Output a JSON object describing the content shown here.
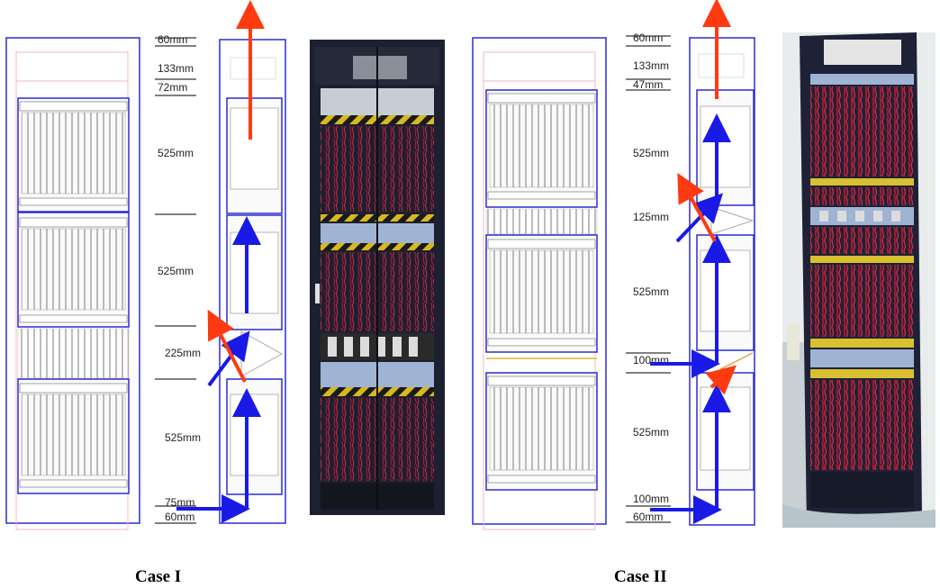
{
  "case1": {
    "caption": "Case I",
    "dims": [
      "60mm",
      "133mm",
      "72mm",
      "525mm",
      "525mm",
      "225mm",
      "525mm",
      "75mm",
      "60mm"
    ]
  },
  "case2": {
    "caption": "Case II",
    "dims": [
      "60mm",
      "133mm",
      "47mm",
      "525mm",
      "125mm",
      "525mm",
      "100mm",
      "525mm",
      "100mm",
      "60mm"
    ]
  },
  "colors": {
    "frame": "#2b2bd6",
    "arrow_blue": "#1a1ae6",
    "arrow_red": "#ff3a10",
    "guide_pink": "#f0b8c0",
    "rack_dark": "#1c2030",
    "cable_red": "#b0142c"
  }
}
